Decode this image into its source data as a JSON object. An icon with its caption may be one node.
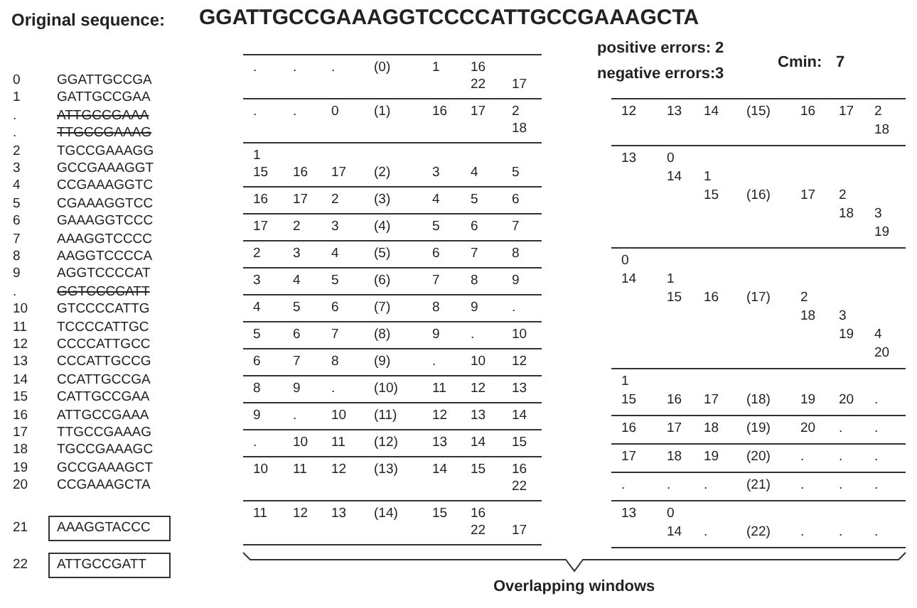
{
  "diagram": {
    "nodes": [
      {
        "text": [
          "AAAGGTACCC"
        ]
      },
      {
        "text": [
          "ATTGCCGATT"
        ]
      }
    ],
    "labels": [
      "Original sequence:",
      "GGATTGCCGAAAGGTCCCCATTGCCGAAAGCTA",
      "positive errors:",
      "2",
      "Cmin:",
      "7",
      "negative errors:",
      "3",
      "0",
      "GGATTGCCGA",
      "1",
      "GATTGCCGAA",
      ".",
      "ATTGCCGAAA",
      ".",
      "TTGCCGAAAG",
      "2",
      "TGCCGAAAGG",
      "3",
      "GCCGAAAGGT",
      "4",
      "CCGAAAGGTC",
      "5",
      "CGAAAGGTCC",
      "6",
      "GAAAGGTCCC",
      "7",
      "AAAGGTCCCC",
      "8",
      "AAGGTCCCCA",
      "9",
      "AGGTCCCCAT",
      ".",
      "GGTCCCCATT",
      "10",
      "GTCCCCATTG",
      "11",
      "TCCCCATTGC",
      "12",
      "CCCCATTGCC",
      "13",
      "CCCATTGCCG",
      "14",
      "CCATTGCCGA",
      "15",
      "CATTGCCGAA",
      "16",
      "ATTGCCGAAA",
      "17",
      "TTGCCGAAAG",
      "18",
      "TGCCGAAAGC",
      "19",
      "GCCGAAAGCT",
      "20",
      "CCGAAAGCTA",
      "21",
      "22",
      ".",
      ".",
      ".",
      "(0)",
      "1",
      "16",
      "22",
      "17",
      ".",
      ".",
      "0",
      "(1)",
      "16",
      "17",
      "2",
      "18",
      "1",
      "15",
      "16",
      "17",
      "(2)",
      "3",
      "4",
      "5",
      "16",
      "17",
      "2",
      "(3)",
      "4",
      "5",
      "6",
      "17",
      "2",
      "3",
      "(4)",
      "5",
      "6",
      "7",
      "2",
      "3",
      "4",
      "(5)",
      "6",
      "7",
      "8",
      "3",
      "4",
      "5",
      "(6)",
      "7",
      "8",
      "9",
      "4",
      "5",
      "6",
      "(7)",
      "8",
      "9",
      ".",
      "5",
      "6",
      "7",
      "(8)",
      "9",
      ".",
      "10",
      "6",
      "7",
      "8",
      "(9)",
      ".",
      "10",
      "12",
      "8",
      "9",
      ".",
      "(10)",
      "11",
      "12",
      "13",
      "9",
      ".",
      "10",
      "(11)",
      "12",
      "13",
      "14",
      ".",
      "10",
      "11",
      "(12)",
      "13",
      "14",
      "15",
      "10",
      "11",
      "12",
      "(13)",
      "14",
      "15",
      "16",
      "22",
      "11",
      "12",
      "13",
      "(14)",
      "15",
      "16",
      "22",
      "17",
      "12",
      "13",
      "14",
      "(15)",
      "16",
      "17",
      "2",
      "18",
      "13",
      "0",
      "14",
      "1",
      "15",
      "(16)",
      "17",
      "2",
      "18",
      "3",
      "19",
      "0",
      "14",
      "1",
      "15",
      "16",
      "(17)",
      "2",
      "18",
      "3",
      "19",
      "4",
      "20",
      "1",
      "15",
      "16",
      "17",
      "(18)",
      "19",
      "20",
      ".",
      "16",
      "17",
      "18",
      "(19)",
      "20",
      ".",
      ".",
      "17",
      "18",
      "19",
      "(20)",
      ".",
      ".",
      ".",
      ".",
      ".",
      ".",
      "(21)",
      ".",
      ".",
      ".",
      "13",
      "0",
      "14",
      ".",
      "(22)",
      ".",
      ".",
      ".",
      "Overlapping windows"
    ]
  }
}
